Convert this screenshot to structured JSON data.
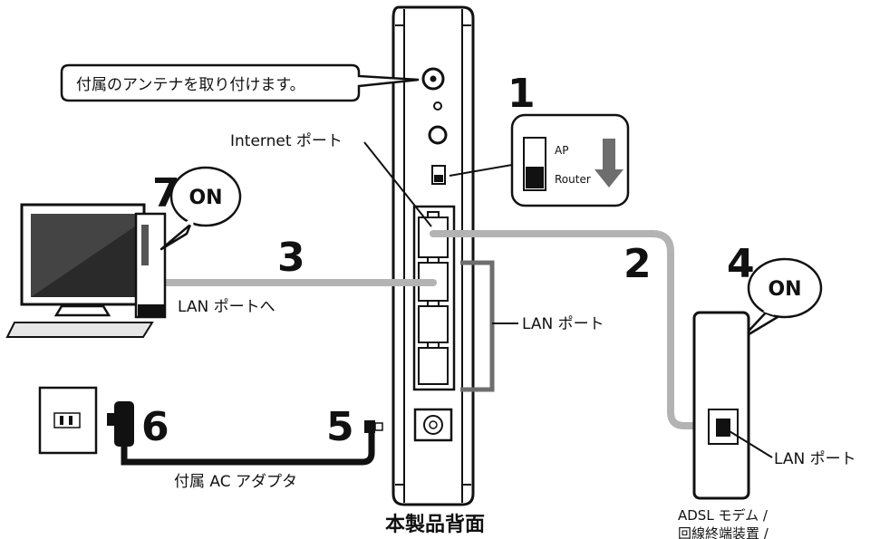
{
  "antenna_note": "付属のアンテナを取り付けます。",
  "steps": {
    "step1": "1",
    "step2": "2",
    "step3": "3",
    "step4": "4",
    "step5": "5",
    "step6": "6",
    "step7": "7"
  },
  "switch": {
    "ap_label": "AP",
    "router_label": "Router"
  },
  "labels": {
    "internet_port": "Internet ポート",
    "lan_port_to": "LAN ポートへ",
    "router_lan_ports": "LAN ポート",
    "modem_lan_port": "LAN ポート",
    "ac_adapter": "付属 AC アダプタ",
    "modem_line1": "ADSL モデム /",
    "modem_line2": "回線終端装置 /",
    "product_back": "本製品背面"
  },
  "on_bubbles": {
    "pc": "ON",
    "modem": "ON"
  },
  "colors": {
    "cable_gray": "#b3b3b3",
    "line_dark": "#1a1a1a",
    "arrow_gray": "#6e6e6e"
  }
}
